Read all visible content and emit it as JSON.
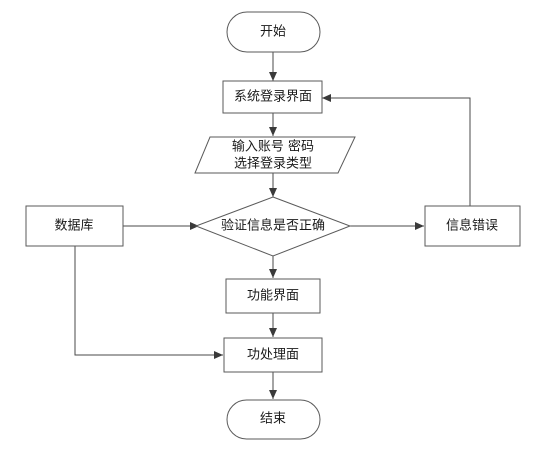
{
  "nodes": {
    "start": "开始",
    "login_screen": "系统登录界面",
    "input_line1": "输入账号 密码",
    "input_line2": "选择登录类型",
    "validate": "验证信息是否正确",
    "database": "数据库",
    "error": "信息错误",
    "function_screen": "功能界面",
    "processing": "功处理面",
    "end": "结束"
  }
}
